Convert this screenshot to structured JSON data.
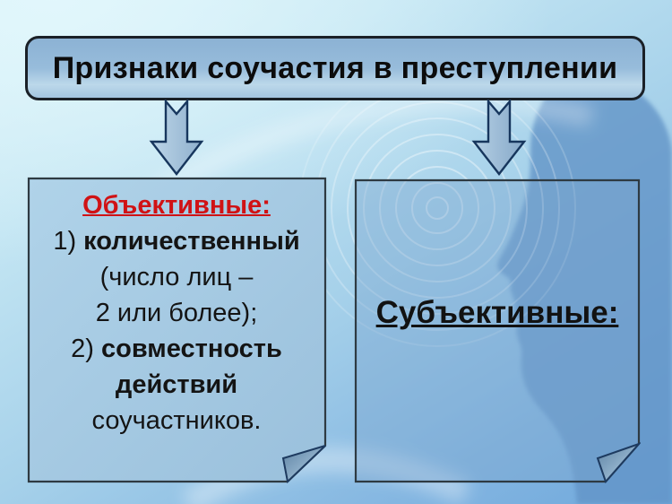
{
  "slide": {
    "title": "Признаки соучастия в преступлении"
  },
  "left_note": {
    "heading": "Объективные:",
    "item1_num": "1) ",
    "item1_bold": "количественный",
    "item1_line2": "(число лиц –",
    "item1_line3": "2 или более);",
    "item2_num": "2) ",
    "item2_bold": "совместность",
    "item2_bold_line2": "действий",
    "item2_line3": "соучастников."
  },
  "right_note": {
    "heading": "Субъективные:"
  },
  "icons": {
    "down_arrow": "block arrow pointing down with notched top",
    "folded_corner": "page curl at bottom-right of each note",
    "head_silhouette": "profile of a human head facing left",
    "ripple_circles": "concentric thought ripples"
  },
  "colors": {
    "background_top": "#d8f1f7",
    "background_bottom": "#6fa8dc",
    "title_fill": "#9cc0dd",
    "title_border": "#1a2027",
    "note_fill": "#a9cde6",
    "note_border": "#2e3a42",
    "arrow_fill": "#a9c6de",
    "arrow_border": "#17365d",
    "heading_red": "#d01215",
    "text_black": "#141414",
    "silhouette_blue": "#6495c8"
  }
}
